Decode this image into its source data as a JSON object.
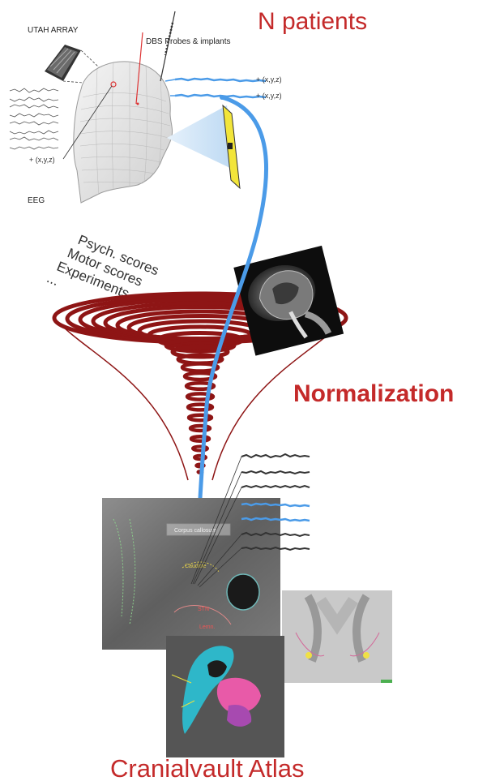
{
  "title_top": "N patients",
  "title_middle": "Normalization",
  "title_bottom": "Cranialvault Atlas",
  "labels": {
    "utah_array": "UTAH ARRAY",
    "dbs_probes": "DBS Probes & implants",
    "coord_1": "+ (x,y,z)",
    "coord_2": "+ (x,y,z)",
    "coord_left": "+ (x,y,z)",
    "eeg": "EEG"
  },
  "scores": [
    "Psych. scores",
    "Motor scores",
    "Experiments",
    "..."
  ],
  "colors": {
    "title_red": "#c42a2a",
    "funnel_red": "#8e1515",
    "signal_blue": "#4b9be8",
    "yellow_panel": "#f2e53a"
  }
}
